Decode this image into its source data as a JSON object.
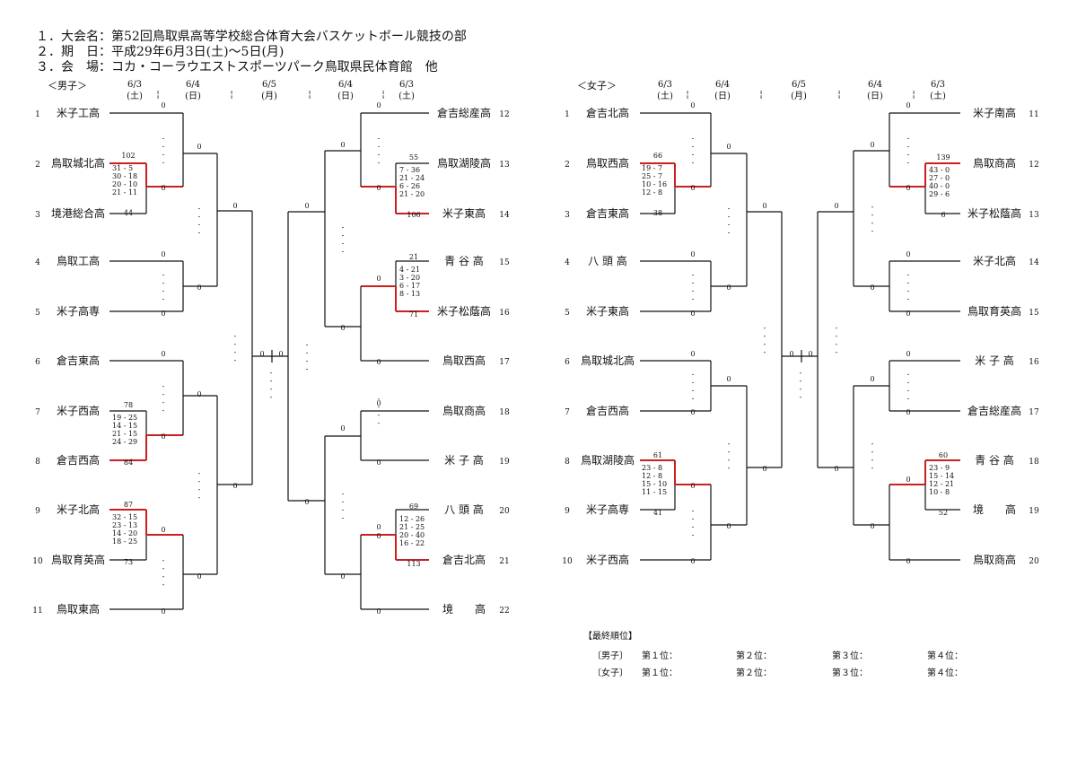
{
  "header": {
    "line1": "１．大会名：第52回鳥取県高等学校総合体育大会バスケットボール競技の部",
    "line2": "２．期　日：平成29年6月3日(土)～5日(月)",
    "line3": "３．会　場：コカ・コーラウエストスポーツパーク鳥取県民体育館　他"
  },
  "colors": {
    "line": "#111111",
    "winner": "#cc1f1f"
  },
  "men": {
    "label": "＜男子＞",
    "dates": [
      {
        "date": "6/3",
        "day": "(土)"
      },
      {
        "date": "6/4",
        "day": "(日)"
      },
      {
        "date": "6/5",
        "day": "(月)"
      },
      {
        "date": "6/4",
        "day": "(日)"
      },
      {
        "date": "6/3",
        "day": "(土)"
      }
    ],
    "left_teams": [
      {
        "no": "1",
        "name": "米子工高"
      },
      {
        "no": "2",
        "name": "鳥取城北高"
      },
      {
        "no": "3",
        "name": "境港総合高"
      },
      {
        "no": "4",
        "name": "鳥取工高"
      },
      {
        "no": "5",
        "name": "米子高専"
      },
      {
        "no": "6",
        "name": "倉吉東高"
      },
      {
        "no": "7",
        "name": "米子西高"
      },
      {
        "no": "8",
        "name": "倉吉西高"
      },
      {
        "no": "9",
        "name": "米子北高"
      },
      {
        "no": "10",
        "name": "鳥取育英高"
      },
      {
        "no": "11",
        "name": "鳥取東高"
      }
    ],
    "right_teams": [
      {
        "no": "12",
        "name": "倉吉総産高"
      },
      {
        "no": "13",
        "name": "鳥取湖陵高"
      },
      {
        "no": "14",
        "name": "米子東高"
      },
      {
        "no": "15",
        "name": "青 谷 高"
      },
      {
        "no": "16",
        "name": "米子松蔭高"
      },
      {
        "no": "17",
        "name": "鳥取西高"
      },
      {
        "no": "18",
        "name": "鳥取商高"
      },
      {
        "no": "19",
        "name": "米 子 高"
      },
      {
        "no": "20",
        "name": "八 頭 高"
      },
      {
        "no": "21",
        "name": "倉吉北高"
      },
      {
        "no": "22",
        "name": "境　　高"
      }
    ],
    "games": [
      {
        "winner": "鳥取城北高",
        "top_total": "102",
        "bottom_total": "44",
        "quarters": [
          "31 - 5",
          "30 - 18",
          "20 - 10",
          "21 - 11"
        ]
      },
      {
        "winner": "倉吉西高",
        "top_total": "78",
        "bottom_total": "84",
        "quarters": [
          "19 - 25",
          "14 - 15",
          "21 - 15",
          "24 - 29"
        ]
      },
      {
        "winner": "米子北高",
        "top_total": "87",
        "bottom_total": "73",
        "quarters": [
          "32 - 15",
          "23 - 13",
          "14 - 20",
          "18 - 25"
        ]
      },
      {
        "winner": "米子東高",
        "top_total": "55",
        "bottom_total": "106",
        "quarters": [
          "7 - 36",
          "21 - 24",
          "6 - 26",
          "21 - 20"
        ]
      },
      {
        "winner": "米子松蔭高",
        "top_total": "21",
        "bottom_total": "71",
        "quarters": [
          "4 - 21",
          "3 - 20",
          "6 - 17",
          "8 - 13"
        ]
      },
      {
        "winner": "倉吉北高",
        "top_total": "69",
        "bottom_total": "113",
        "quarters": [
          "12 - 26",
          "21 - 25",
          "20 - 40",
          "16 - 22"
        ]
      }
    ]
  },
  "women": {
    "label": "＜女子＞",
    "dates": [
      {
        "date": "6/3",
        "day": "(土)"
      },
      {
        "date": "6/4",
        "day": "(日)"
      },
      {
        "date": "6/5",
        "day": "(月)"
      },
      {
        "date": "6/4",
        "day": "(日)"
      },
      {
        "date": "6/3",
        "day": "(土)"
      }
    ],
    "left_teams": [
      {
        "no": "1",
        "name": "倉吉北高"
      },
      {
        "no": "2",
        "name": "鳥取西高"
      },
      {
        "no": "3",
        "name": "倉吉東高"
      },
      {
        "no": "4",
        "name": "八 頭 高"
      },
      {
        "no": "5",
        "name": "米子東高"
      },
      {
        "no": "6",
        "name": "鳥取城北高"
      },
      {
        "no": "7",
        "name": "倉吉西高"
      },
      {
        "no": "8",
        "name": "鳥取湖陵高"
      },
      {
        "no": "9",
        "name": "米子高専"
      },
      {
        "no": "10",
        "name": "米子西高"
      }
    ],
    "right_teams": [
      {
        "no": "11",
        "name": "米子南高"
      },
      {
        "no": "12",
        "name": "鳥取商高"
      },
      {
        "no": "13",
        "name": "米子松蔭高"
      },
      {
        "no": "14",
        "name": "米子北高"
      },
      {
        "no": "15",
        "name": "鳥取育英高"
      },
      {
        "no": "16",
        "name": "米 子 高"
      },
      {
        "no": "17",
        "name": "倉吉総産高"
      },
      {
        "no": "18",
        "name": "青 谷 高"
      },
      {
        "no": "19",
        "name": "境　　高"
      },
      {
        "no": "20",
        "name": "鳥取商高"
      }
    ],
    "games": [
      {
        "winner": "鳥取西高",
        "top_total": "66",
        "bottom_total": "38",
        "quarters": [
          "19 - 7",
          "25 - 7",
          "10 - 16",
          "12 - 8"
        ]
      },
      {
        "winner": "鳥取湖陵高",
        "top_total": "61",
        "bottom_total": "41",
        "quarters": [
          "23 - 8",
          "12 - 8",
          "15 - 10",
          "11 - 15"
        ]
      },
      {
        "winner": "鳥取商高",
        "top_total": "139",
        "bottom_total": "6",
        "quarters": [
          "43 - 0",
          "27 - 0",
          "40 - 0",
          "29 - 6"
        ]
      },
      {
        "winner": "青 谷 高",
        "top_total": "60",
        "bottom_total": "52",
        "quarters": [
          "23 - 9",
          "15 - 14",
          "12 - 21",
          "10 - 8"
        ]
      }
    ]
  },
  "common": {
    "zero": "0",
    "dash": "-"
  },
  "ranking": {
    "title": "【最終順位】",
    "rows": [
      {
        "label": "〔男子〕",
        "places": [
          "第１位：",
          "第２位：",
          "第３位：",
          "第４位："
        ]
      },
      {
        "label": "〔女子〕",
        "places": [
          "第１位：",
          "第２位：",
          "第３位：",
          "第４位："
        ]
      }
    ]
  }
}
